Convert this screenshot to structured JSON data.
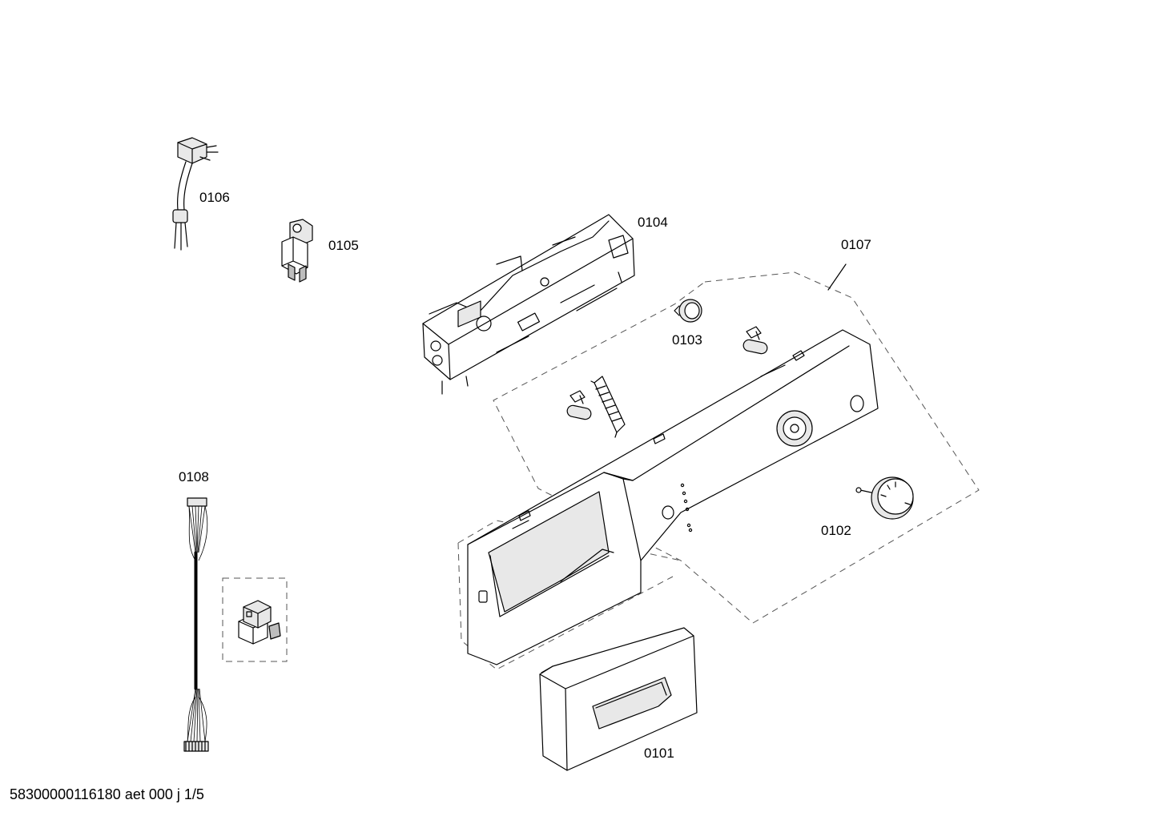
{
  "parts": {
    "p0101": "0101",
    "p0102": "0102",
    "p0103": "0103",
    "p0104": "0104",
    "p0105": "0105",
    "p0106": "0106",
    "p0107": "0107",
    "p0108": "0108"
  },
  "footer": {
    "code": "58300000116180 aet 000 j 1/5"
  },
  "colors": {
    "line": "#000000",
    "dashed_outline": "#555555",
    "background": "#ffffff"
  }
}
